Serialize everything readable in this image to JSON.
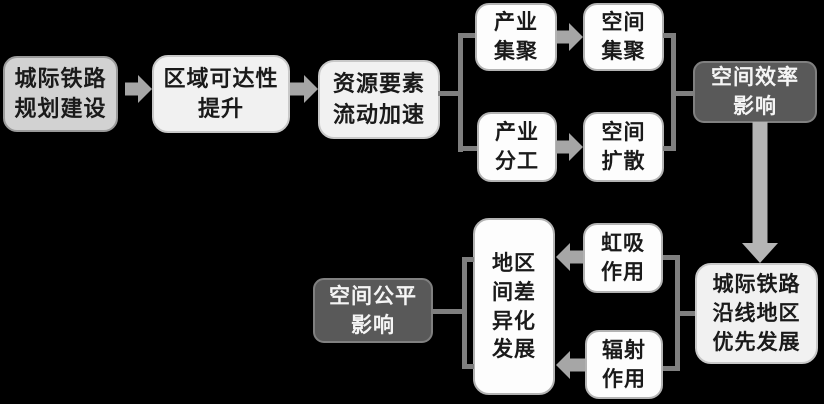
{
  "colors": {
    "background": "#000000",
    "connector": "#7f7f7f",
    "arrow": "#a6a6a6",
    "arrow_down": "#b5b5b5",
    "node_light": "#f1f1f1",
    "node_medium": "#d2d2d2",
    "node_white": "#fdfdfd",
    "node_dark": "#595959",
    "text_dark": "#1a1a1a",
    "text_light": "#f5f5f5"
  },
  "nodes": {
    "intercity_planning": "城际铁路\n规划建设",
    "accessibility": "区域可达性\n提升",
    "resource_flow": "资源要素\n流动加速",
    "industry_agglomeration": "产业\n集聚",
    "spatial_agglomeration": "空间\n集聚",
    "industry_division": "产业\n分工",
    "spatial_diffusion": "空间\n扩散",
    "spatial_efficiency": "空间效率\n影响",
    "priority_development": "城际铁路\n沿线地区\n优先发展",
    "siphon_effect": "虹吸\n作用",
    "radiation_effect": "辐射\n作用",
    "differentiated_development": "地区\n间差\n异化\n发展",
    "spatial_equity": "空间公平\n影响"
  }
}
